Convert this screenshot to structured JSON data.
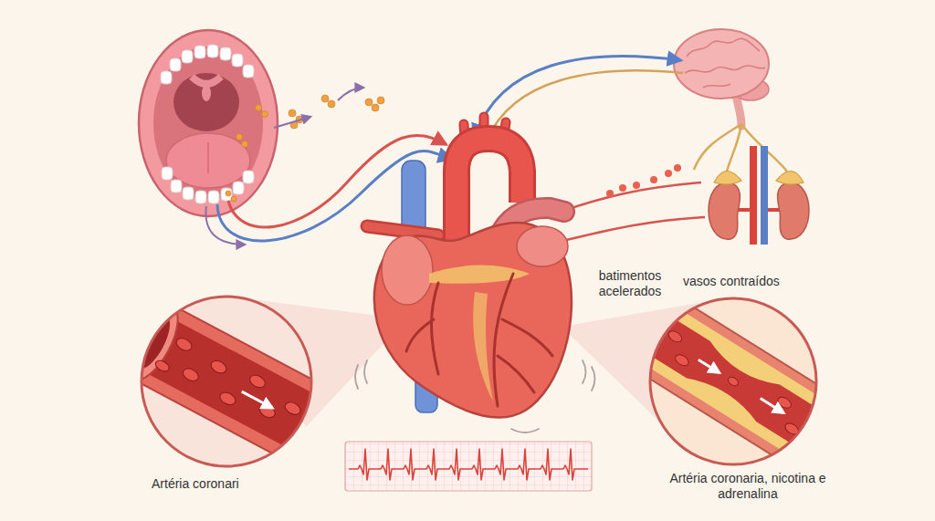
{
  "diagram": {
    "labels": [
      "batimentos acelerados",
      "vasos contraídos",
      "Artéria coronari",
      "Artéria coronaria, nicotina e adrenalina"
    ]
  }
}
